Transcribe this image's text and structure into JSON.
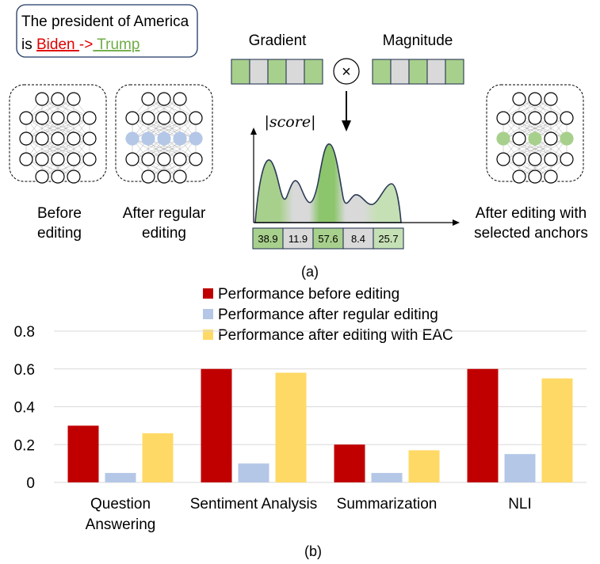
{
  "part_a": {
    "caption": "(a)",
    "prompt": {
      "line1": "The president of America",
      "line2_prefix": "is ",
      "old_answer": "Biden ",
      "arrow": "->",
      "new_answer": " Trump"
    },
    "gradient_label": "Gradient",
    "magnitude_label": "Magnitude",
    "times_symbol": "×",
    "score_label": "|score|",
    "score_values": [
      "38.9",
      "11.9",
      "57.6",
      "8.4",
      "25.7"
    ],
    "networks": [
      {
        "label_line1": "Before",
        "label_line2": "editing"
      },
      {
        "label_line1": "After regular",
        "label_line2": "editing"
      },
      {
        "label_line1": "After editing with",
        "label_line2": "selected anchors"
      }
    ],
    "colors": {
      "green": "#a8d08d",
      "gray": "#d9d9d9",
      "blue": "#b4c7e7",
      "red": "#e00000",
      "green_text": "#70ad47",
      "box_border": "#1f3864"
    }
  },
  "part_b": {
    "caption": "(b)",
    "chart_data": {
      "type": "bar",
      "categories": [
        "Question Answering",
        "Sentiment Analysis",
        "Summarization",
        "NLI"
      ],
      "category_lines": [
        [
          "Question",
          "Answering"
        ],
        [
          "Sentiment Analysis"
        ],
        [
          "Summarization"
        ],
        [
          "NLI"
        ]
      ],
      "series": [
        {
          "name": "Performance before editing",
          "color": "#c00000",
          "values": [
            0.3,
            0.6,
            0.2,
            0.6
          ]
        },
        {
          "name": "Performance after regular editing",
          "color": "#b4c7e7",
          "values": [
            0.05,
            0.1,
            0.05,
            0.15
          ]
        },
        {
          "name": "Performance after editing with EAC",
          "color": "#ffd966",
          "values": [
            0.26,
            0.58,
            0.17,
            0.55
          ]
        }
      ],
      "yticks": [
        "0",
        "0.2",
        "0.4",
        "0.6",
        "0.8"
      ],
      "ylim": [
        0,
        0.8
      ],
      "grid": true,
      "legend": "top-center"
    }
  }
}
